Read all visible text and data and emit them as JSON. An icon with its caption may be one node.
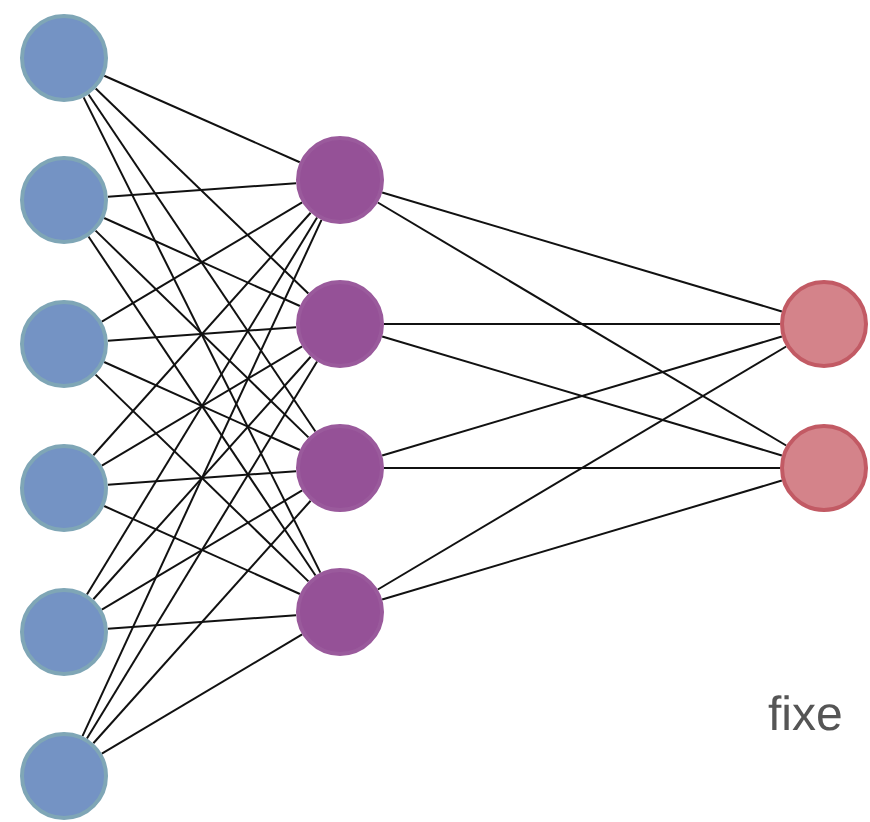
{
  "diagram": {
    "nodes": [
      {
        "text": [],
        "shape": "circle"
      },
      {
        "text": [],
        "shape": "circle"
      },
      {
        "text": [],
        "shape": "circle"
      },
      {
        "text": [],
        "shape": "circle"
      },
      {
        "text": [],
        "shape": "circle"
      },
      {
        "text": [],
        "shape": "circle"
      },
      {
        "text": [],
        "shape": "circle"
      },
      {
        "text": [],
        "shape": "circle"
      },
      {
        "text": [],
        "shape": "circle"
      },
      {
        "text": [],
        "shape": "circle"
      },
      {
        "text": [],
        "shape": "circle"
      },
      {
        "text": [],
        "shape": "circle"
      }
    ],
    "edges": [
      {
        "from": 0,
        "to": 6,
        "arrow": "none"
      },
      {
        "from": 0,
        "to": 7,
        "arrow": "none"
      },
      {
        "from": 0,
        "to": 8,
        "arrow": "none"
      },
      {
        "from": 0,
        "to": 9,
        "arrow": "none"
      },
      {
        "from": 1,
        "to": 6,
        "arrow": "none"
      },
      {
        "from": 1,
        "to": 7,
        "arrow": "none"
      },
      {
        "from": 1,
        "to": 8,
        "arrow": "none"
      },
      {
        "from": 1,
        "to": 9,
        "arrow": "none"
      },
      {
        "from": 2,
        "to": 6,
        "arrow": "none"
      },
      {
        "from": 2,
        "to": 7,
        "arrow": "none"
      },
      {
        "from": 2,
        "to": 8,
        "arrow": "none"
      },
      {
        "from": 2,
        "to": 9,
        "arrow": "none"
      },
      {
        "from": 3,
        "to": 6,
        "arrow": "none"
      },
      {
        "from": 3,
        "to": 7,
        "arrow": "none"
      },
      {
        "from": 3,
        "to": 8,
        "arrow": "none"
      },
      {
        "from": 3,
        "to": 9,
        "arrow": "none"
      },
      {
        "from": 4,
        "to": 6,
        "arrow": "none"
      },
      {
        "from": 4,
        "to": 7,
        "arrow": "none"
      },
      {
        "from": 4,
        "to": 8,
        "arrow": "none"
      },
      {
        "from": 4,
        "to": 9,
        "arrow": "none"
      },
      {
        "from": 5,
        "to": 6,
        "arrow": "none"
      },
      {
        "from": 5,
        "to": 7,
        "arrow": "none"
      },
      {
        "from": 5,
        "to": 8,
        "arrow": "none"
      },
      {
        "from": 5,
        "to": 9,
        "arrow": "none"
      },
      {
        "from": 6,
        "to": 10,
        "arrow": "none"
      },
      {
        "from": 6,
        "to": 11,
        "arrow": "none"
      },
      {
        "from": 7,
        "to": 10,
        "arrow": "none"
      },
      {
        "from": 7,
        "to": 11,
        "arrow": "none"
      },
      {
        "from": 8,
        "to": 10,
        "arrow": "none"
      },
      {
        "from": 8,
        "to": 11,
        "arrow": "none"
      },
      {
        "from": 9,
        "to": 10,
        "arrow": "none"
      },
      {
        "from": 9,
        "to": 11,
        "arrow": "none"
      }
    ],
    "labels": [
      "fixe"
    ]
  }
}
